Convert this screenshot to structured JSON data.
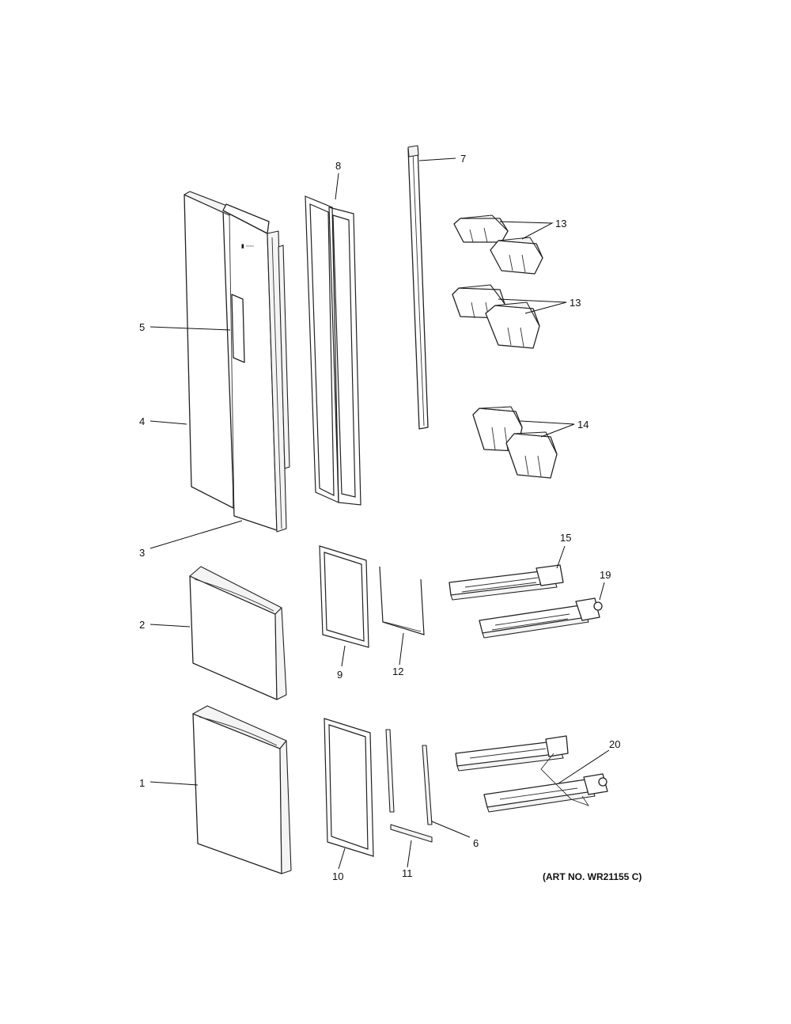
{
  "diagram": {
    "art_number": "(ART NO. WR21155 C)",
    "callouts": {
      "c1": "1",
      "c2": "2",
      "c3": "3",
      "c4": "4",
      "c5": "5",
      "c6": "6",
      "c7": "7",
      "c8": "8",
      "c9": "9",
      "c10": "10",
      "c11": "11",
      "c12": "12",
      "c13a": "13",
      "c13b": "13",
      "c14": "14",
      "c15": "15",
      "c19": "19",
      "c20": "20"
    },
    "colors": {
      "line": "#222222",
      "background": "#ffffff",
      "panel_shade": "#f4f4f4"
    }
  }
}
